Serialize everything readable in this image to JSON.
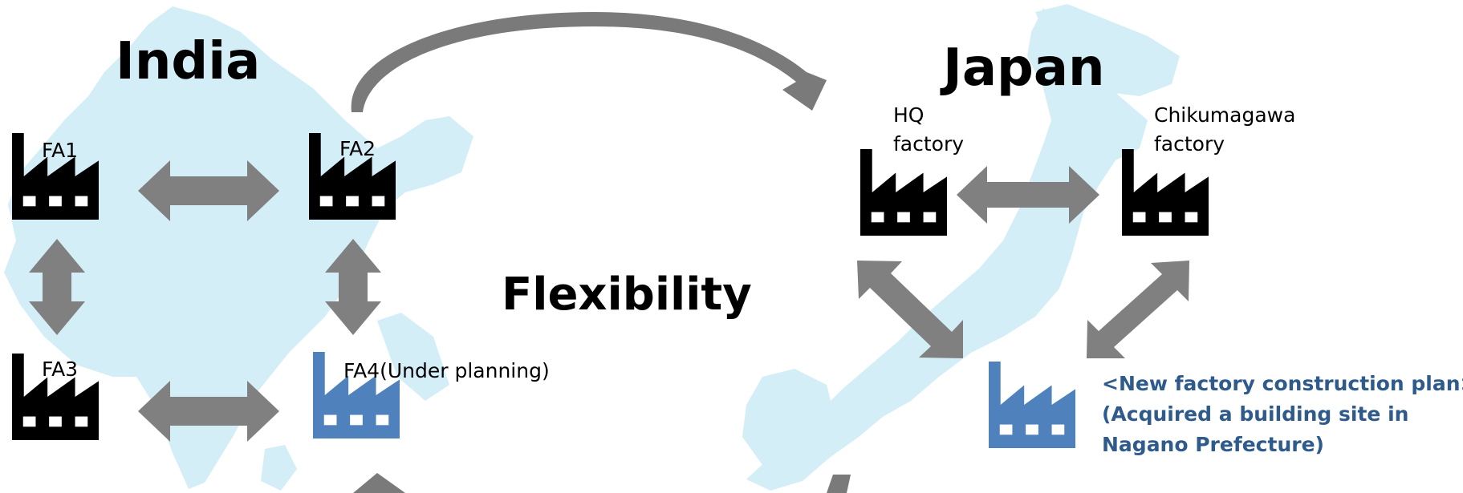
{
  "regions": {
    "india": {
      "title": "India"
    },
    "japan": {
      "title": "Japan"
    }
  },
  "center_label": "Flexibility",
  "factories": {
    "fa1": {
      "label": "FA1",
      "status": "existing",
      "icon": "factory-icon"
    },
    "fa2": {
      "label": "FA2",
      "status": "existing",
      "icon": "factory-icon"
    },
    "fa3": {
      "label": "FA3",
      "status": "existing",
      "icon": "factory-icon"
    },
    "fa4": {
      "label": "FA4(Under planning)",
      "status": "planned",
      "icon": "factory-icon"
    },
    "hq": {
      "label_line1": "HQ",
      "label_line2": "factory",
      "status": "existing",
      "icon": "factory-icon"
    },
    "chikumagawa": {
      "label_line1": "Chikumagawa",
      "label_line2": "factory",
      "status": "existing",
      "icon": "factory-icon"
    },
    "new": {
      "status": "planned",
      "icon": "factory-icon"
    }
  },
  "new_factory_plan": {
    "line1": "<New factory construction plan>",
    "line2": "(Acquired a building site in",
    "line3": "Nagano Prefecture)"
  },
  "colors": {
    "map": "#d4eef8",
    "existing_factory": "#000000",
    "planned_factory": "#4f81bd",
    "arrow": "#808080",
    "plan_text": "#2e5a8c"
  }
}
